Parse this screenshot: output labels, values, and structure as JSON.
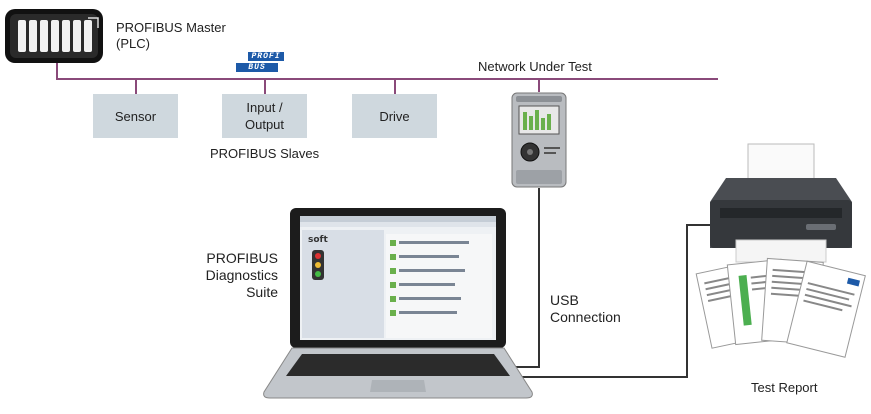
{
  "master": {
    "label_line1": "PROFIBUS Master",
    "label_line2": "(PLC)"
  },
  "profibus_logo": {
    "text_top": "PROFI",
    "text_bottom": "BUS",
    "color": "#1d5aa8"
  },
  "network": {
    "label": "Network Under Test",
    "color": "#8a4a7a"
  },
  "slaves": {
    "sensor": "Sensor",
    "io_line1": "Input /",
    "io_line2": "Output",
    "drive": "Drive",
    "group_label": "PROFIBUS Slaves",
    "box_color": "#cfd8de"
  },
  "software": {
    "label_line1": "PROFIBUS",
    "label_line2": "Diagnostics",
    "label_line3": "Suite"
  },
  "usb": {
    "label_line1": "USB",
    "label_line2": "Connection"
  },
  "report": {
    "label": "Test Report"
  }
}
